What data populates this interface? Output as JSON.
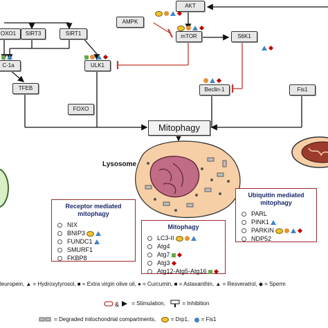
{
  "nodes": {
    "foxo1": "OXO1",
    "sirt3": "SIRT3",
    "sirt1": "SIRT1",
    "pgc1a": "C-1a",
    "tfeb": "TFEB",
    "ulk1": "ULK1",
    "foxo": "FOXO",
    "akt": "AKT",
    "ampk": "AMPK",
    "mtor": "mTOR",
    "s6k1": "S6K1",
    "beclin1": "Beclin-1",
    "fis1": "Fis1",
    "mitophagy": "Mitophagy",
    "lysosome": "Lysosome"
  },
  "panels": {
    "receptor": {
      "title": "Receptor mediated mitophagy",
      "items": [
        "NIX",
        "BNIP3",
        "FUNDC1",
        "SMURF1",
        "FKBP8"
      ]
    },
    "mitophagy": {
      "title": "Mitophagy",
      "items": [
        "LC3-II",
        "Atg4",
        "Atg7",
        "Atg3",
        "Atg12-Atg5-Atg16"
      ]
    },
    "ubiquitin": {
      "title": "Ubiquitin mediated mitophagy",
      "items": [
        "PARL",
        "PINK1",
        "PARKIN",
        "NDP52"
      ]
    }
  },
  "legend": {
    "line1": "leuropein,  ▲ = Hydroxytyrosol,  ■ = Extra virgin olive oil,  ● = Curcumin,  ■ = Astaxanthin,  ▲ = Resveratrol,  ◆ = Sperm",
    "stimulation": "= Stimulation,",
    "inhibition": "= Inhibition",
    "degraded": "= Degraded mitochondrial compartments,",
    "drp1": "= Drp1,",
    "fis1": "= Fis1"
  },
  "colors": {
    "arrow": "#111111",
    "inhibit": "#c0392b",
    "panel_border": "#9b2a2a",
    "panel_title": "#1b2a6b",
    "lysosome_fill": "#f6cfa7",
    "mito_fill": "#c06c84"
  }
}
